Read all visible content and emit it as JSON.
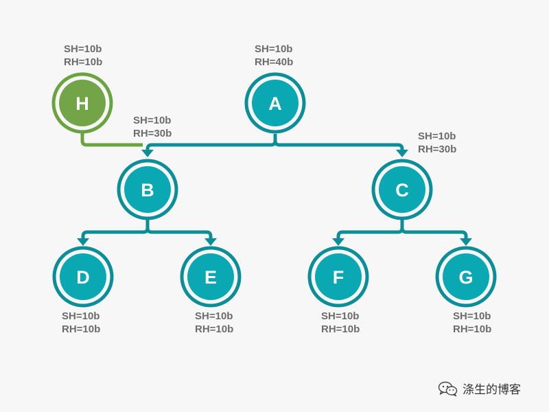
{
  "colors": {
    "teal": "#0aa8b2",
    "teal_stroke": "#0c8e99",
    "green": "#73a448",
    "green_stroke": "#6aa33f",
    "background": "#f7f7f7",
    "label_text": "#6b6b6b"
  },
  "nodes": {
    "A": {
      "letter": "A",
      "sh": "SH=10b",
      "rh": "RH=40b"
    },
    "B": {
      "letter": "B",
      "sh": "SH=10b",
      "rh": "RH=30b"
    },
    "C": {
      "letter": "C",
      "sh": "SH=10b",
      "rh": "RH=30b"
    },
    "D": {
      "letter": "D",
      "sh": "SH=10b",
      "rh": "RH=10b"
    },
    "E": {
      "letter": "E",
      "sh": "SH=10b",
      "rh": "RH=10b"
    },
    "F": {
      "letter": "F",
      "sh": "SH=10b",
      "rh": "RH=10b"
    },
    "G": {
      "letter": "G",
      "sh": "SH=10b",
      "rh": "RH=10b"
    },
    "H": {
      "letter": "H",
      "sh": "SH=10b",
      "rh": "RH=10b"
    }
  },
  "edges": [
    {
      "from": "A",
      "to": "B"
    },
    {
      "from": "A",
      "to": "C"
    },
    {
      "from": "H",
      "to": "B"
    },
    {
      "from": "B",
      "to": "D"
    },
    {
      "from": "B",
      "to": "E"
    },
    {
      "from": "C",
      "to": "F"
    },
    {
      "from": "C",
      "to": "G"
    }
  ],
  "watermark": {
    "text": "涤生的博客",
    "icon": "wechat-icon"
  }
}
